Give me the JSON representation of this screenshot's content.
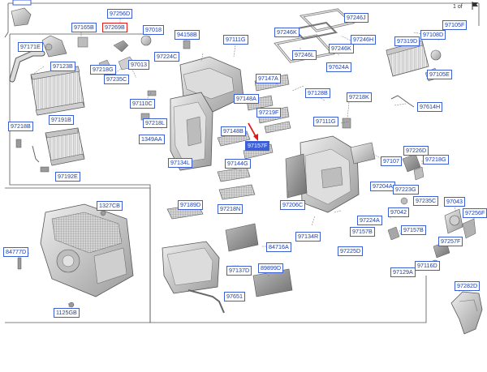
{
  "title": "",
  "pager": {
    "text": "1 of"
  },
  "labels": {
    "p97256D": "97256D",
    "p97269B": "97269B",
    "p97165B": "97165B",
    "p97018": "97018",
    "p94158B": "94158B",
    "p97111G_a": "97111G",
    "p97246K_a": "97246K",
    "p97246J": "97246J",
    "p97246H": "97246H",
    "p97246L": "97246L",
    "p97246K_b": "97246K",
    "p97624A": "97624A",
    "p97319D": "97319D",
    "p97108D": "97108D",
    "p97105F": "97105F",
    "p97105E": "97105E",
    "p97171E": "97171E",
    "p97123B": "97123B",
    "p97218G_a": "97218G",
    "p97013": "97013",
    "p97235C_a": "97235C",
    "p97224C": "97224C",
    "p97147A": "97147A",
    "p97128B": "97128B",
    "p97218K": "97218K",
    "p97614H": "97614H",
    "p97110C": "97110C",
    "p97148A": "97148A",
    "p97219F": "97219F",
    "p97111G_b": "97111G",
    "p97218B": "97218B",
    "p97191B": "97191B",
    "p97218L": "97218L",
    "p97148B": "97148B",
    "p97157F": "97157F",
    "p1349AA": "1349AA",
    "p97226D": "97226D",
    "p97107": "97107",
    "p97218G_b": "97218G",
    "p97134L": "97134L",
    "p97144G": "97144G",
    "p97192E": "97192E",
    "p97204A": "97204A",
    "p97223G": "97223G",
    "p1327CB": "1327CB",
    "p97189D": "97189D",
    "p97218N": "97218N",
    "p97206C": "97206C",
    "p97235C_b": "97235C",
    "p97043": "97043",
    "p97256F": "97256F",
    "p97042": "97042",
    "p97224A": "97224A",
    "p97157B_a": "97157B",
    "p97157B_b": "97157B",
    "p84716A": "84716A",
    "p97134R": "97134R",
    "p97257F": "97257F",
    "p84777D": "84777D",
    "p97225D": "97225D",
    "p97116D": "97116D",
    "p97137D": "97137D",
    "p89899D": "89899D",
    "p97129A": "97129A",
    "p97282D": "97282D",
    "p97651": "97651",
    "p1125GB": "1125GB"
  }
}
